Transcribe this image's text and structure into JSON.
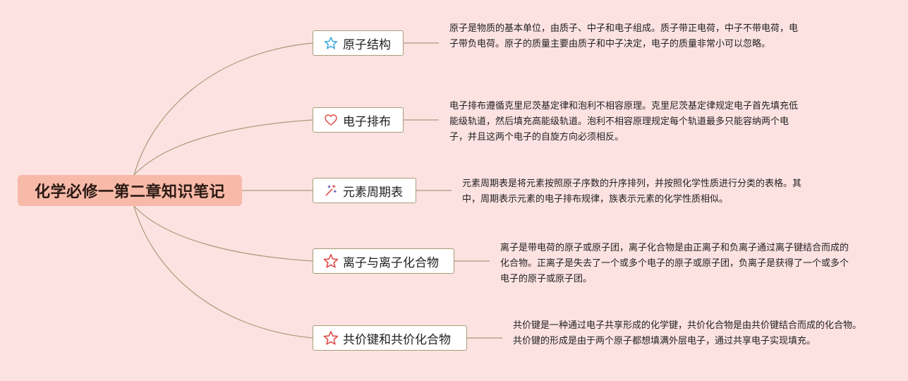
{
  "root": {
    "title": "化学必修一第二章知识笔记"
  },
  "colors": {
    "background": "#fde2e2",
    "root_fill": "#f7b9a8",
    "connector": "#a69d77",
    "icon_blue": "#3aa7d8",
    "icon_red": "#e0504a"
  },
  "topics": [
    {
      "label": "原子结构",
      "icon": "star-outline-icon",
      "note": "原子是物质的基本单位，由质子、中子和电子组成。质子带正电荷，中子不带电荷，电子带负电荷。原子的质量主要由质子和中子决定，电子的质量非常小可以忽略。"
    },
    {
      "label": "电子排布",
      "icon": "heart-outline-icon",
      "note": "电子排布遵循克里尼茨基定律和泡利不相容原理。克里尼茨基定律规定电子首先填充低能级轨道，然后填充高能级轨道。泡利不相容原理规定每个轨道最多只能容纳两个电子，并且这两个电子的自旋方向必须相反。"
    },
    {
      "label": "元素周期表",
      "icon": "magic-wand-icon",
      "note": "元素周期表是将元素按照原子序数的升序排列，并按照化学性质进行分类的表格。其中，周期表示元素的电子排布规律，族表示元素的化学性质相似。"
    },
    {
      "label": "离子与离子化合物",
      "icon": "star-outline-icon",
      "note": "离子是带电荷的原子或原子团，离子化合物是由正离子和负离子通过离子键结合而成的化合物。正离子是失去了一个或多个电子的原子或原子团，负离子是获得了一个或多个电子的原子或原子团。"
    },
    {
      "label": "共价键和共价化合物",
      "icon": "star-outline-icon",
      "note": "共价键是一种通过电子共享形成的化学键，共价化合物是由共价键结合而成的化合物。共价键的形成是由于两个原子都想填满外层电子，通过共享电子实现填充。"
    }
  ]
}
